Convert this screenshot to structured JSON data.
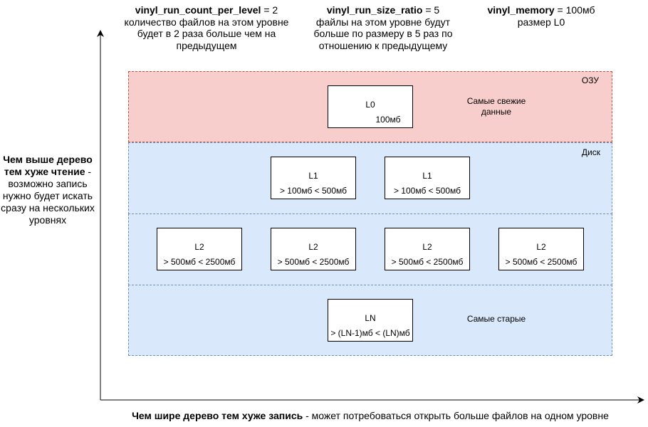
{
  "params": [
    {
      "name": "vinyl_run_count_per_level",
      "value": " = 2",
      "desc": "количество файлов на этом уровне будет в 2 раза больше чем на предыдущем"
    },
    {
      "name": "vinyl_run_size_ratio",
      "value": " = 5",
      "desc": "файлы на этом уровне будут больше по размеру в 5 раз по отношению к предыдущему"
    },
    {
      "name": "vinyl_memory",
      "value": " = 100мб",
      "desc": "размер L0"
    }
  ],
  "bands": {
    "ram_label": "ОЗУ",
    "disk_label": "Диск"
  },
  "nodes": {
    "l0": {
      "label": "L0",
      "size": "100мб"
    },
    "l1": {
      "label": "L1",
      "size": "> 100мб < 500мб"
    },
    "l2": {
      "label": "L2",
      "size": "> 500мб < 2500мб"
    },
    "ln": {
      "label": "LN",
      "size": "> (LN-1)мб < (LN)мб"
    }
  },
  "notes": {
    "newest": "Самые свежие данные",
    "oldest": "Самые старые"
  },
  "left_note": {
    "bold": "Чем выше дерево тем хуже чтение",
    "rest": " - возможно запись нужно будет искать сразу на нескольких уровнях"
  },
  "bottom_note": {
    "bold": "Чем шире дерево тем хуже запись",
    "rest": " - может потребоваться открыть больше файлов на одном уровне"
  }
}
